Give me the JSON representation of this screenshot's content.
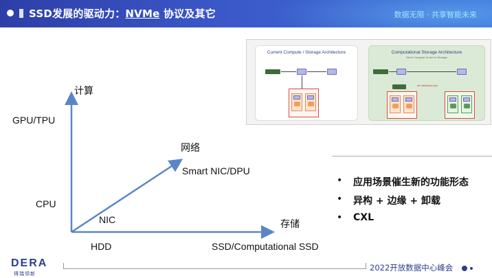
{
  "header": {
    "title_prefix": "SSD发展的驱动力：",
    "title_underlined": "NVMe",
    "title_suffix": " 协议及其它",
    "right_text": "数据无限 · 共享智能未来"
  },
  "architecture": {
    "current_title": "Current Compute / Storage Architecture",
    "computational_title": "Computational Storage Architecture",
    "computational_subtitle": "Move Compute Closer to Storage",
    "api_note": "API definitions here"
  },
  "diagram": {
    "y_axis_label": "计算",
    "x_axis_label": "存储",
    "diagonal_label": "网络",
    "y_ticks": [
      "GPU/TPU",
      "CPU"
    ],
    "x_ticks": [
      "HDD",
      "SSD/Computational SSD"
    ],
    "diagonal_ticks": [
      "Smart NIC/DPU",
      "NIC"
    ],
    "axis_color": "#5b86c6"
  },
  "bullets": [
    "应用场景催生新的功能形态",
    "异构 + 边缘 + 卸载",
    "CXL"
  ],
  "footer": {
    "logo_text": "DERA",
    "logo_sub": "得瑞领新",
    "event": "2022开放数据中心峰会"
  }
}
